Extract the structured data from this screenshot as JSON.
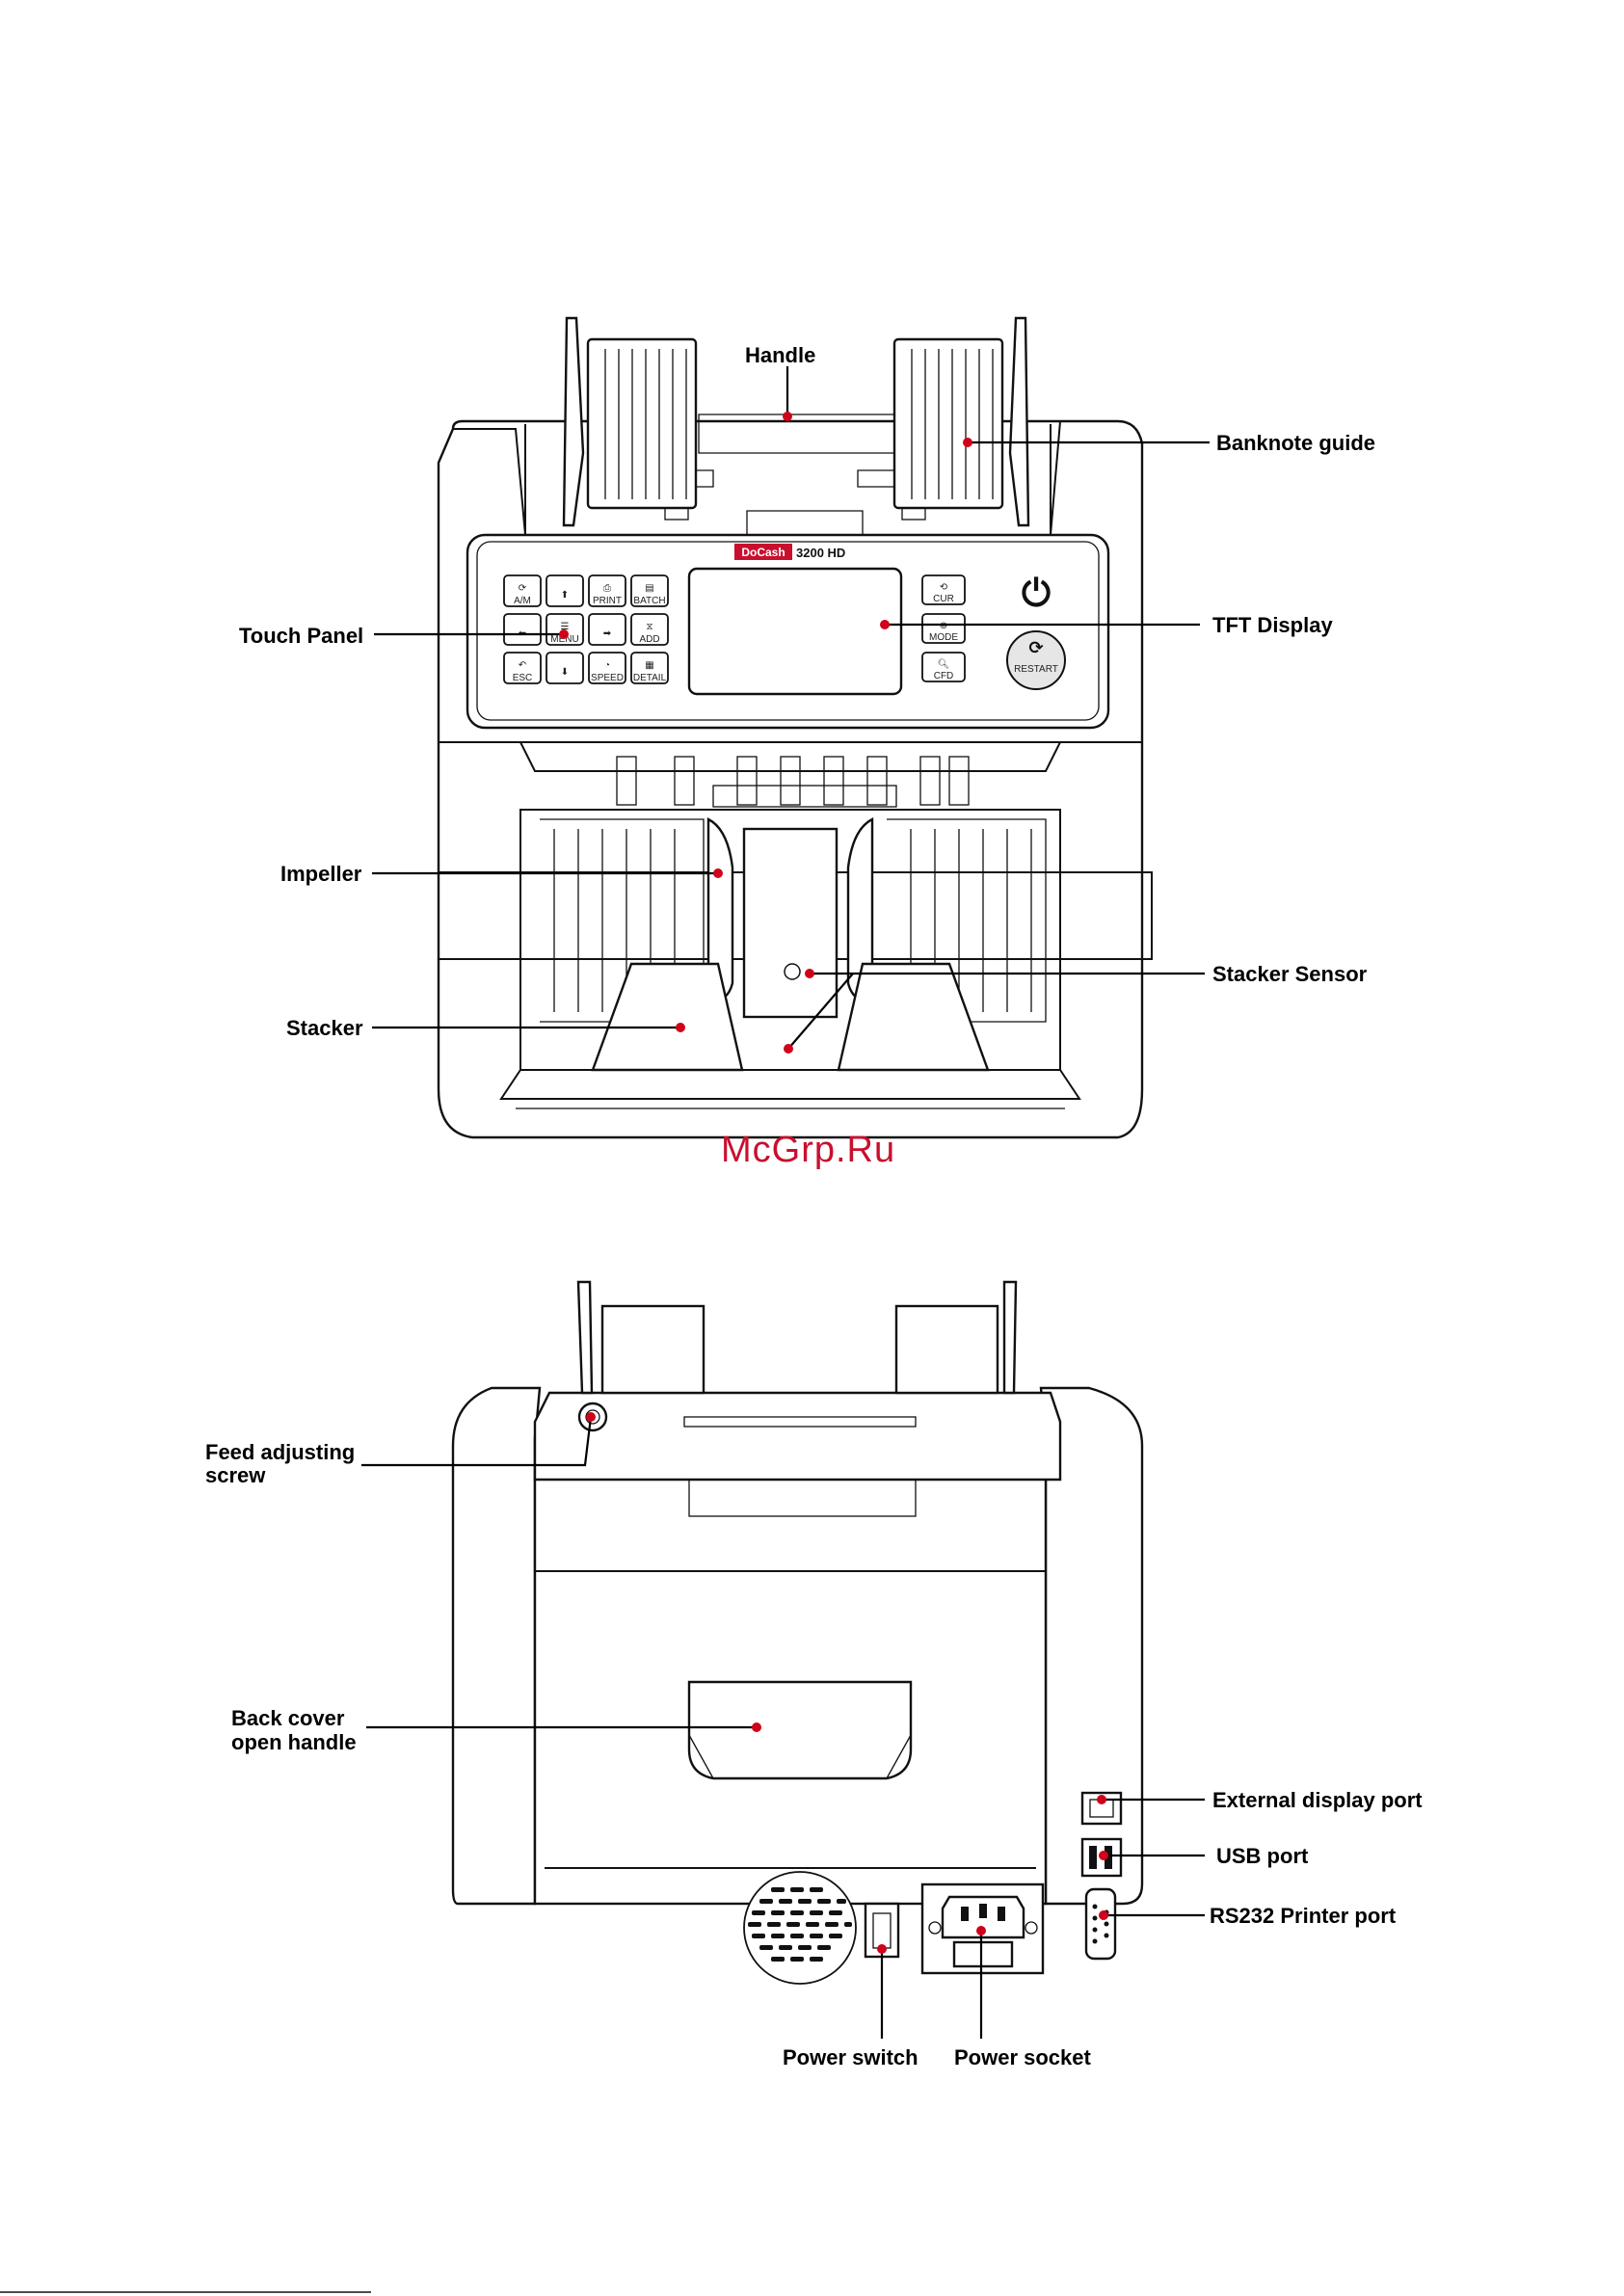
{
  "front_view": {
    "brand": "DoCash",
    "model": "3200 HD",
    "keys": {
      "am": "A/M",
      "print": "PRINT",
      "batch": "BATCH",
      "menu": "MENU",
      "add": "ADD",
      "esc": "ESC",
      "speed": "SPEED",
      "detail": "DETAIL",
      "cur": "CUR",
      "mode": "MODE",
      "cfd": "CFD",
      "restart": "RESTART"
    },
    "labels": {
      "handle": "Handle",
      "banknote_guide": "Banknote guide",
      "touch_panel": "Touch Panel",
      "tft_display": "TFT  Display",
      "impeller": "Impeller",
      "stacker_sensor": "Stacker Sensor",
      "stacker": "Stacker"
    }
  },
  "watermark": "McGrp.Ru",
  "back_view": {
    "labels": {
      "feed_screw_line1": "Feed adjusting",
      "feed_screw_line2": "screw",
      "back_cover_line1": "Back cover",
      "back_cover_line2": "open handle",
      "external_display_port": "External display port",
      "usb_port": "USB port",
      "rs232_port": "RS232 Printer port",
      "power_switch": "Power switch",
      "power_socket": "Power socket"
    }
  },
  "colors": {
    "marker_dot": "#d0021b",
    "brand_red": "#c8102e",
    "line": "#111111"
  }
}
